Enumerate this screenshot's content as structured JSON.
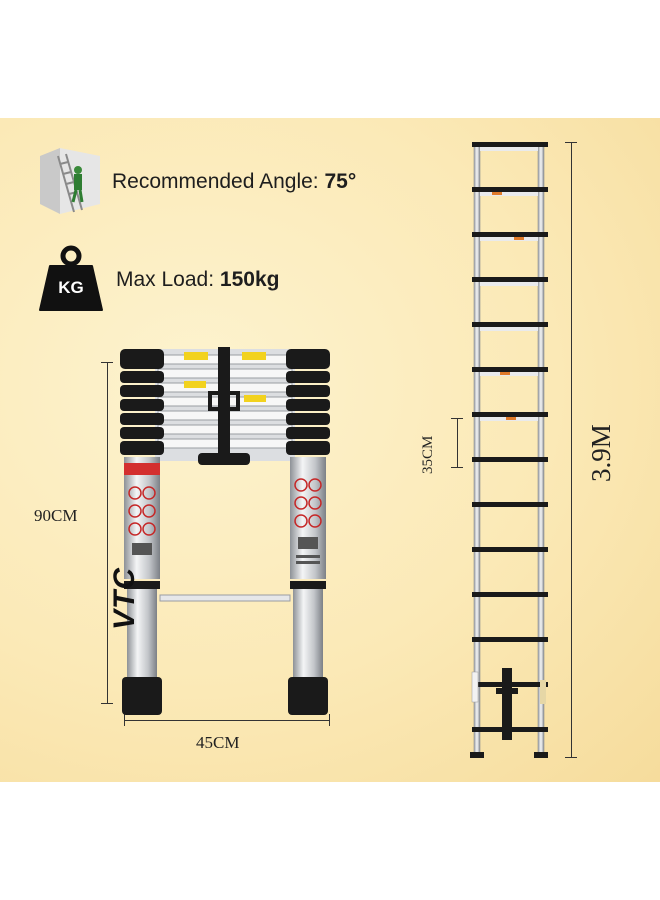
{
  "features": {
    "angle": {
      "icon": "ladder-wall-icon",
      "label": "Recommended Angle:",
      "value": "75°"
    },
    "load": {
      "icon": "kg-weight-icon",
      "weight_text": "KG",
      "label": "Max Load:",
      "value": "150kg"
    }
  },
  "dimensions": {
    "retracted_height": "90CM",
    "retracted_width": "45CM",
    "rung_spacing": "35CM",
    "extended_height": "3.9M"
  },
  "brand": {
    "logo_text": "VTC"
  },
  "colors": {
    "background": "#fbe9b6",
    "ladder_metal": "#c9ccd0",
    "ladder_caps": "#1a1a1a",
    "label_sticker": "#f2d21e",
    "rung_accent": "#e07a2a"
  }
}
